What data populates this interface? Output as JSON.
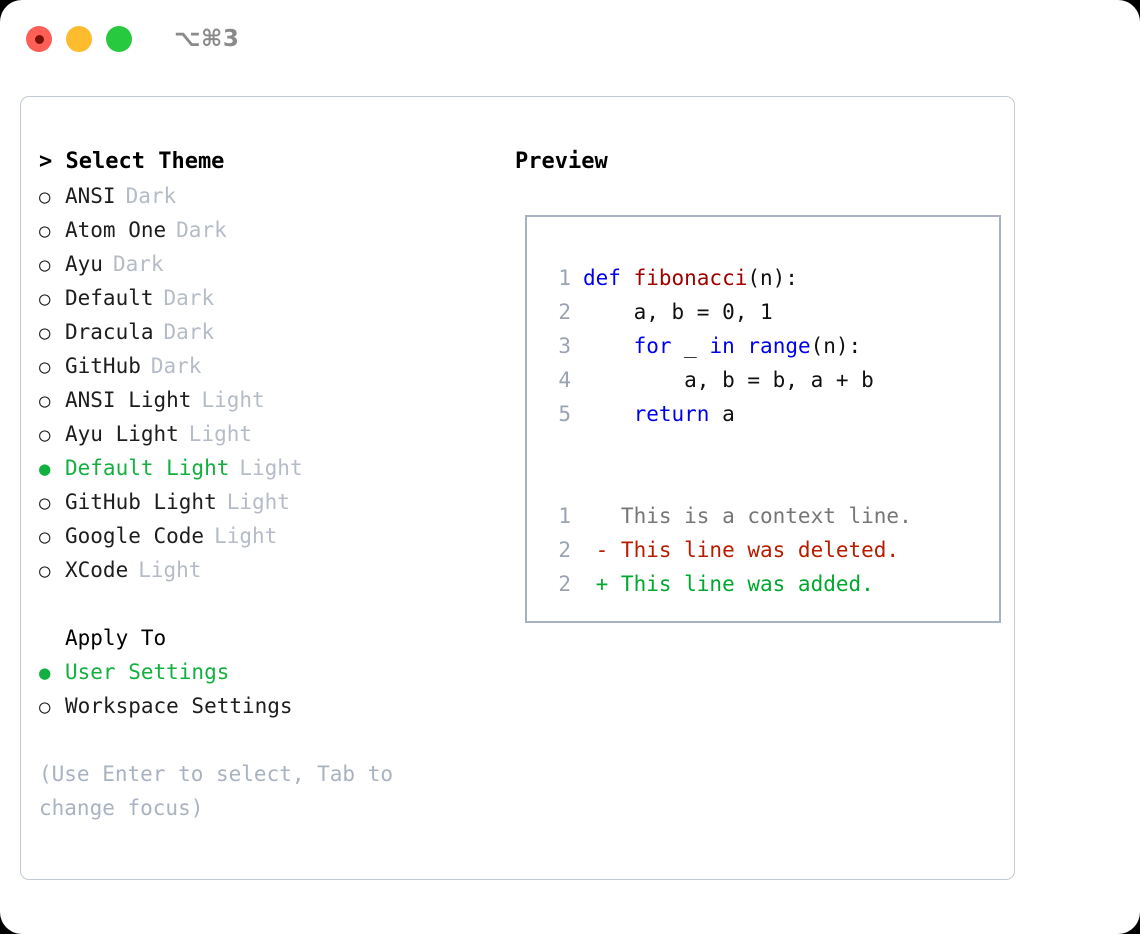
{
  "titlebar": {
    "shortcut": "⌥⌘3",
    "lights": [
      "close",
      "minimize",
      "zoom"
    ]
  },
  "theme_panel": {
    "header": "> Select Theme",
    "caret": ">",
    "header_text": "Select Theme",
    "bullet_selected": "●",
    "bullet_unselected": "○",
    "accent_color": "#12b13f",
    "badge_color": "#b5bcc7",
    "items": [
      {
        "label": "ANSI",
        "badge": "Dark",
        "selected": false
      },
      {
        "label": "Atom One",
        "badge": "Dark",
        "selected": false
      },
      {
        "label": "Ayu",
        "badge": "Dark",
        "selected": false
      },
      {
        "label": "Default",
        "badge": "Dark",
        "selected": false
      },
      {
        "label": "Dracula",
        "badge": "Dark",
        "selected": false
      },
      {
        "label": "GitHub",
        "badge": "Dark",
        "selected": false
      },
      {
        "label": "ANSI Light",
        "badge": "Light",
        "selected": false
      },
      {
        "label": "Ayu Light",
        "badge": "Light",
        "selected": false
      },
      {
        "label": "Default Light",
        "badge": "Light",
        "selected": true
      },
      {
        "label": "GitHub Light",
        "badge": "Light",
        "selected": false
      },
      {
        "label": "Google Code",
        "badge": "Light",
        "selected": false
      },
      {
        "label": "XCode",
        "badge": "Light",
        "selected": false
      }
    ],
    "apply_to": {
      "title": "Apply To",
      "items": [
        {
          "label": "User Settings",
          "selected": true
        },
        {
          "label": "Workspace Settings",
          "selected": false
        }
      ]
    },
    "hint": "(Use Enter to select, Tab to change focus)"
  },
  "preview": {
    "title": "Preview",
    "code_lines": [
      {
        "num": "1",
        "tokens": [
          {
            "t": "def ",
            "c": "kw"
          },
          {
            "t": "fibonacci",
            "c": "fn"
          },
          {
            "t": "(n):",
            "c": "txt"
          }
        ]
      },
      {
        "num": "2",
        "tokens": [
          {
            "t": "    a, b = 0, 1",
            "c": "txt"
          }
        ]
      },
      {
        "num": "3",
        "tokens": [
          {
            "t": "    ",
            "c": "txt"
          },
          {
            "t": "for",
            "c": "kw"
          },
          {
            "t": " _ ",
            "c": "txt"
          },
          {
            "t": "in",
            "c": "kw"
          },
          {
            "t": " ",
            "c": "txt"
          },
          {
            "t": "range",
            "c": "kw"
          },
          {
            "t": "(n):",
            "c": "txt"
          }
        ]
      },
      {
        "num": "4",
        "tokens": [
          {
            "t": "        a, b = b, a + b",
            "c": "txt"
          }
        ]
      },
      {
        "num": "5",
        "tokens": [
          {
            "t": "    ",
            "c": "txt"
          },
          {
            "t": "return",
            "c": "kw"
          },
          {
            "t": " a",
            "c": "txt"
          }
        ]
      }
    ],
    "diff_lines": [
      {
        "num": "1",
        "tokens": [
          {
            "t": "   This is a context line.",
            "c": "ctx"
          }
        ]
      },
      {
        "num": "2",
        "tokens": [
          {
            "t": " - This line was deleted.",
            "c": "del"
          }
        ]
      },
      {
        "num": "2",
        "tokens": [
          {
            "t": " + This line was added.",
            "c": "add"
          }
        ]
      }
    ]
  }
}
